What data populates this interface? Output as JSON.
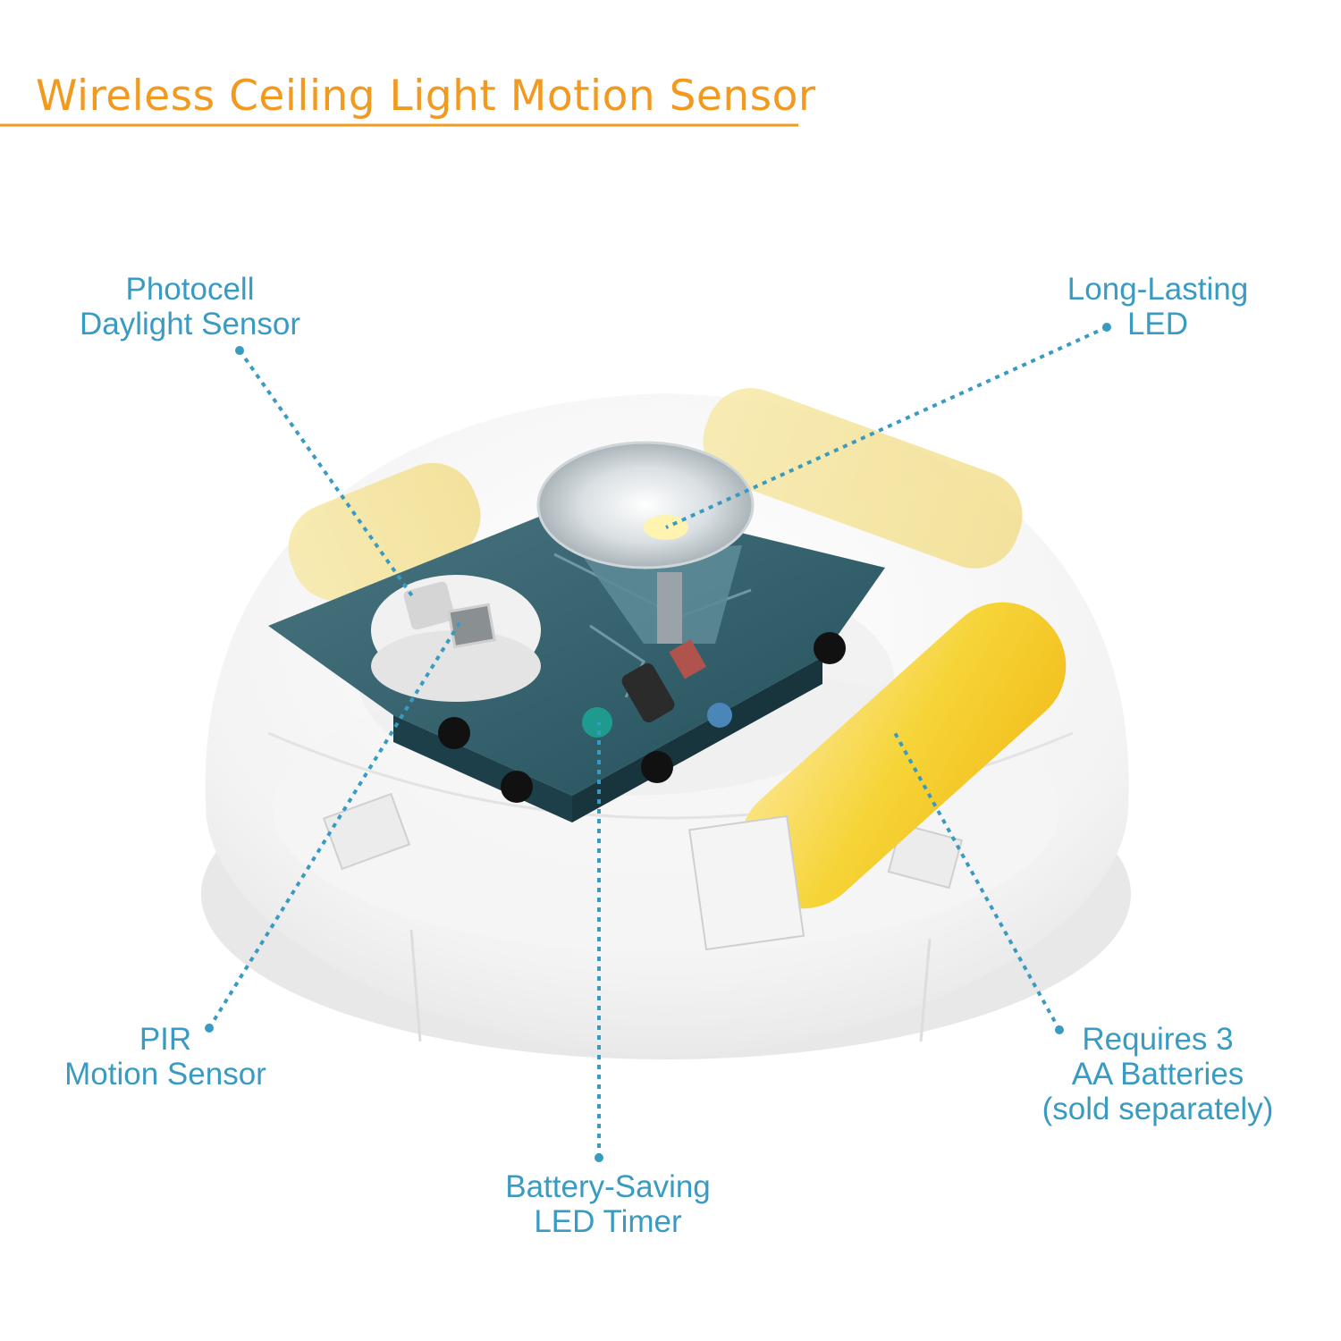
{
  "title": "Wireless Ceiling Light Motion Sensor",
  "colors": {
    "title": "#f29a1f",
    "callout": "#3a9bc2",
    "battery": "#f6d437",
    "board": "#2c5662"
  },
  "callouts": {
    "photocell": {
      "line1": "Photocell",
      "line2": "Daylight Sensor"
    },
    "led": {
      "line1": "Long-Lasting",
      "line2": "LED"
    },
    "pir": {
      "line1": "PIR",
      "line2": "Motion Sensor"
    },
    "timer": {
      "line1": "Battery-Saving",
      "line2": "LED Timer"
    },
    "battery": {
      "line1": "Requires 3",
      "line2": "AA Batteries",
      "line3": "(sold separately)"
    }
  }
}
